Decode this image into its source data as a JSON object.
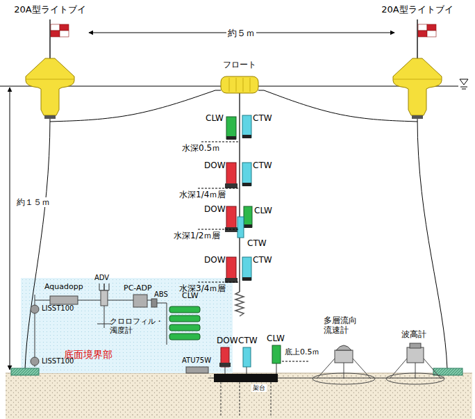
{
  "diagram": {
    "nodes": [
      {
        "text": [
          "20A型ライトブイ"
        ]
      },
      {
        "text": [
          "20A型ライトブイ"
        ]
      },
      {
        "text": [
          "フロート"
        ]
      },
      {
        "text": [
          "底面境界部"
        ]
      }
    ],
    "edges": [
      {
        "from": 2,
        "to": 0,
        "arrow": "none"
      },
      {
        "from": 2,
        "to": 1,
        "arrow": "none"
      }
    ],
    "labels": [
      "約５ｍ",
      "CLW",
      "CTW",
      "水深0.5ｍ",
      "DOW",
      "CTW",
      "水深1/4ｍ層",
      "約１５ｍ",
      "DOW",
      "CLW",
      "水深1/2ｍ層",
      "CTW",
      "DOW",
      "CTW",
      "水深3/4ｍ層",
      "ADV",
      "Aquadopp",
      "PC-ADP",
      "ABS",
      "CLW",
      "LISST100",
      "クロロフィル・濁度計",
      "DOW",
      "CTW",
      "CLW",
      "多層流向流速計",
      "波高計",
      "底上0.5ｍ",
      "LISST100",
      "ATU75W",
      "架台"
    ]
  }
}
